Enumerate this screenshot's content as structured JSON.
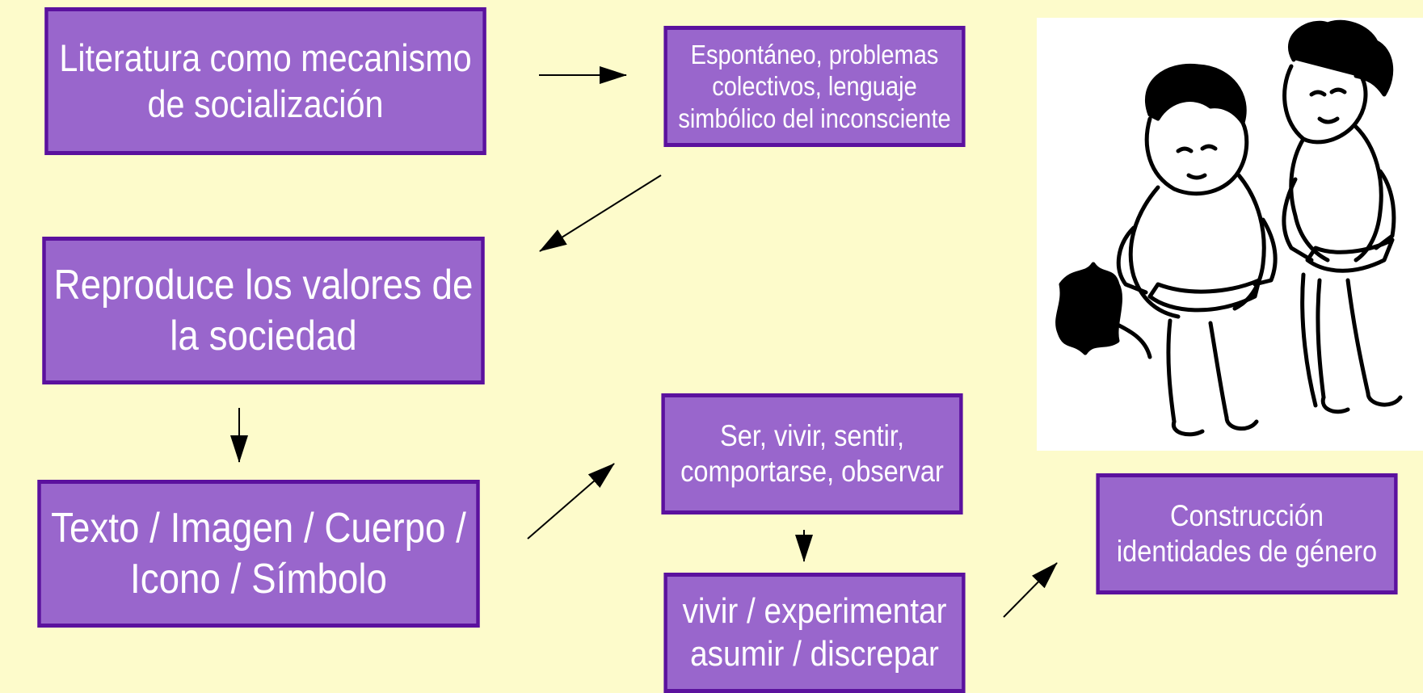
{
  "diagram": {
    "nodes": {
      "literatura": {
        "line1": "Literatura como mecanismo",
        "line2": "de socialización"
      },
      "espontaneo": {
        "line1": "Espontáneo, problemas",
        "line2": "colectivos, lenguaje",
        "line3": "simbólico del inconsciente"
      },
      "reproduce": {
        "line1": "Reproduce los valores de",
        "line2": "la sociedad"
      },
      "texto": {
        "line1": "Texto / Imagen / Cuerpo /",
        "line2": "Icono / Símbolo"
      },
      "ser": {
        "line1": "Ser, vivir, sentir,",
        "line2": "comportarse, observar"
      },
      "vivir": {
        "line1": "vivir / experimentar",
        "line2": "asumir / discrepar"
      },
      "construccion": {
        "line1": "Construcción",
        "line2": "identidades de género"
      }
    },
    "edges": [
      {
        "from": "literatura",
        "to": "espontaneo"
      },
      {
        "from": "espontaneo",
        "to": "reproduce"
      },
      {
        "from": "reproduce",
        "to": "texto"
      },
      {
        "from": "texto",
        "to": "ser"
      },
      {
        "from": "ser",
        "to": "vivir"
      },
      {
        "from": "vivir",
        "to": "construccion"
      }
    ],
    "colors": {
      "background": "#fdfbcb",
      "box_fill": "#9966cc",
      "box_border": "#5b119e",
      "text": "#ffffff",
      "arrow": "#000000"
    },
    "illustration": {
      "subject": "two children lifting their diapers to look inside",
      "style": "black ink drawing"
    }
  }
}
